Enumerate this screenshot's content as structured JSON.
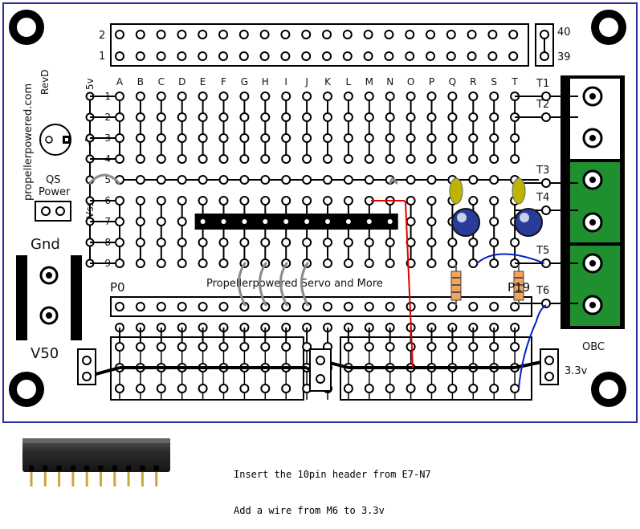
{
  "board": {
    "website": "propellerpowered.com",
    "revision": "RevD",
    "colors": {
      "pcb": "#ffffff",
      "frame": "#2a2aa0",
      "trace": "#000000",
      "green_terminal": "#1f8f2f",
      "wire_gray": "#8a8a8a",
      "wire_red": "#e00000",
      "wire_blue": "#0020c0",
      "cap_yellow": "#bdb300",
      "cap_blue": "#2a3c9a",
      "resistor": "#f5a25a"
    },
    "top_header": {
      "row_labels": [
        "2",
        "1"
      ],
      "right_labels": [
        "40",
        "39"
      ]
    },
    "columns": [
      "A",
      "B",
      "C",
      "D",
      "E",
      "F",
      "G",
      "H",
      "I",
      "J",
      "K",
      "L",
      "M",
      "N",
      "O",
      "P",
      "Q",
      "R",
      "S",
      "T"
    ],
    "rows": [
      "1",
      "2",
      "3",
      "4",
      "5",
      "6",
      "7",
      "8",
      "9"
    ],
    "rail_5v": "5v",
    "rail_vss": "Vss",
    "qs_label": "QS",
    "power_label": "Power",
    "gnd_label": "Gnd",
    "v50_label": "V50",
    "p0_label": "P0",
    "p19_label": "P19",
    "section_text": "Propellerpowered Servo and More",
    "terminals": [
      "T1",
      "T2",
      "T3",
      "T4",
      "T5",
      "T6"
    ],
    "obc_label": "OBC",
    "v33_label": "3.3v"
  },
  "instructions": {
    "line1": "Insert the 10pin header from E7-N7",
    "line2": "Add a wire from M6 to 3.3v"
  }
}
